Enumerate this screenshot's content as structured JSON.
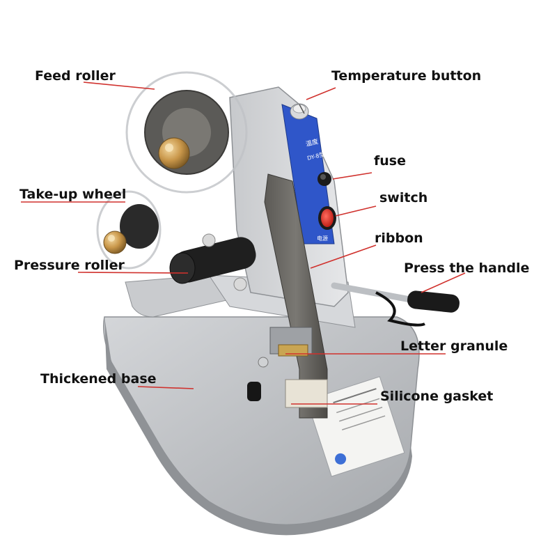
{
  "diagram": {
    "labels": {
      "feed_roller": "Feed roller",
      "temperature_button": "Temperature button",
      "take_up_wheel": "Take-up wheel",
      "fuse": "fuse",
      "switch": "switch",
      "ribbon": "ribbon",
      "pressure_roller": "Pressure roller",
      "press_the_handle": "Press the handle",
      "letter_granule": "Letter granule",
      "thickened_base": "Thickened base",
      "silicone_gasket": "Silicone gasket"
    },
    "panel": {
      "top_text": "温度",
      "model": "DY-8型",
      "bottom_text": "电源"
    },
    "colors": {
      "leader_line": "#d0312d",
      "label_text": "#111111",
      "panel_blue": "#2f56c9",
      "switch_red": "#e3241b",
      "base_gray": "#b9bcc0",
      "knob_brass": "#c9974a"
    }
  }
}
